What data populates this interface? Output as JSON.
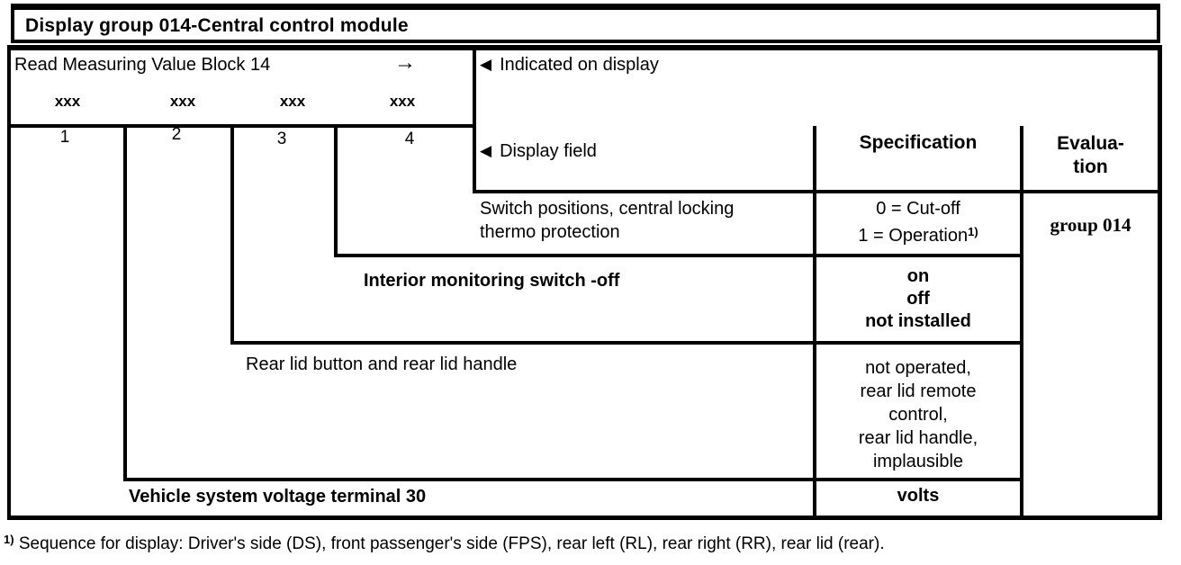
{
  "title": "Display group 014-Central control module",
  "marker_left": "◀",
  "arrow_right": "→",
  "block": {
    "read_label": "Read Measuring Value Block 14",
    "placeholders": [
      "xxx",
      "xxx",
      "xxx",
      "xxx"
    ],
    "indicated_on_display": "Indicated on display"
  },
  "fields": [
    "1",
    "2",
    "3",
    "4"
  ],
  "headers": {
    "display_field": "Display field",
    "specification": "Specification",
    "evaluation_line1": "Evalua-",
    "evaluation_line2": "tion"
  },
  "rows": {
    "switch_positions": {
      "label_line1": "Switch positions, central locking",
      "label_line2": "thermo protection",
      "spec_line1": "0 = Cut-off",
      "spec_line2": "1 = Operation",
      "spec_line2_sup": "1)"
    },
    "interior_monitoring": {
      "label": "Interior monitoring switch -off",
      "spec_lines": [
        "on",
        "off",
        "not installed"
      ]
    },
    "rear_lid": {
      "label": "Rear lid button and rear lid handle",
      "spec_lines": [
        "not operated,",
        "rear lid remote",
        "control,",
        "rear lid handle,",
        "implausible"
      ]
    },
    "vehicle_voltage": {
      "label": "Vehicle system voltage terminal 30",
      "spec": "volts"
    }
  },
  "evaluation_value": "group 014",
  "footnote": {
    "sup": "1)",
    "text": "Sequence for display:  Driver's side (DS), front passenger's side (FPS), rear left (RL), rear right (RR), rear lid (rear)."
  }
}
